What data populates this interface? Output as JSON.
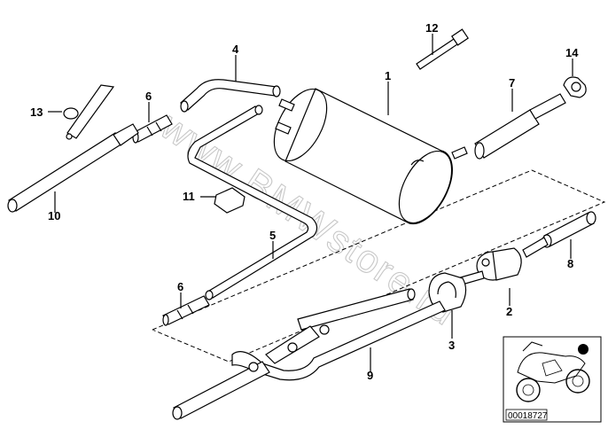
{
  "callouts": {
    "c1": "1",
    "c2": "2",
    "c3": "3",
    "c4": "4",
    "c5": "5",
    "c6a": "6",
    "c6b": "6",
    "c7": "7",
    "c8": "8",
    "c9": "9",
    "c10": "10",
    "c11": "11",
    "c12": "12",
    "c13": "13",
    "c14": "14"
  },
  "watermark": "www.BMWstore.ru",
  "reference_number": "00018727",
  "colors": {
    "line": "#000000",
    "watermark": "#c8c8c8",
    "background": "#ffffff"
  }
}
